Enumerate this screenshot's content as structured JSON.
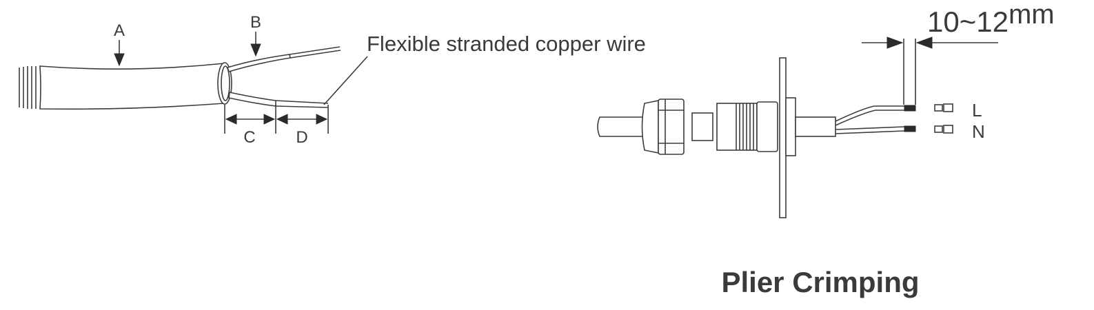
{
  "cable_labels": {
    "a": "A",
    "b": "B",
    "c": "C",
    "d": "D",
    "wire_note": "Flexible stranded copper wire"
  },
  "gland": {
    "strip_length": "10~12",
    "strip_unit": "mm",
    "terminal_l": "L",
    "terminal_n": "N"
  },
  "caption": "Plier Crimping",
  "colors": {
    "line": "#3c3c3c",
    "text": "#3a3a3a",
    "background": "#ffffff"
  }
}
